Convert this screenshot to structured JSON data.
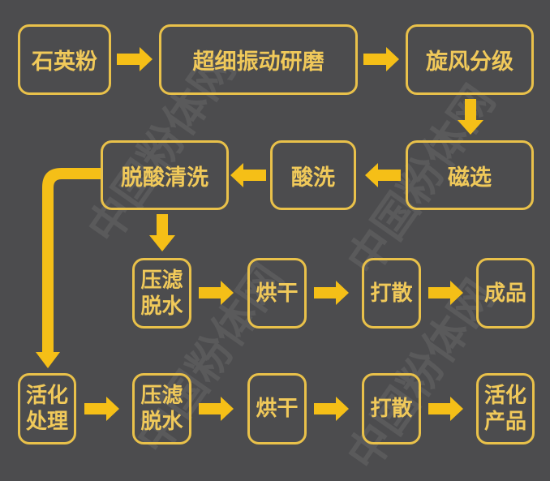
{
  "colors": {
    "background": "#4c4c4e",
    "arrow": "#f5bf17",
    "border": "#e9c14a",
    "text": "#f0c95a"
  },
  "watermark": "中国粉体网",
  "steps": {
    "quartz": "石英粉",
    "grinding": "超细振动研磨",
    "classify": "旋风分级",
    "magnetic": "磁选",
    "acid": "酸洗",
    "deacid": "脱酸清洗",
    "row1": {
      "filter": "压滤脱水",
      "dry": "烘干",
      "disperse": "打散",
      "product": "成品"
    },
    "row2": {
      "activate": "活化处理",
      "filter": "压滤脱水",
      "dry": "烘干",
      "disperse": "打散",
      "product": "活化产品"
    }
  }
}
